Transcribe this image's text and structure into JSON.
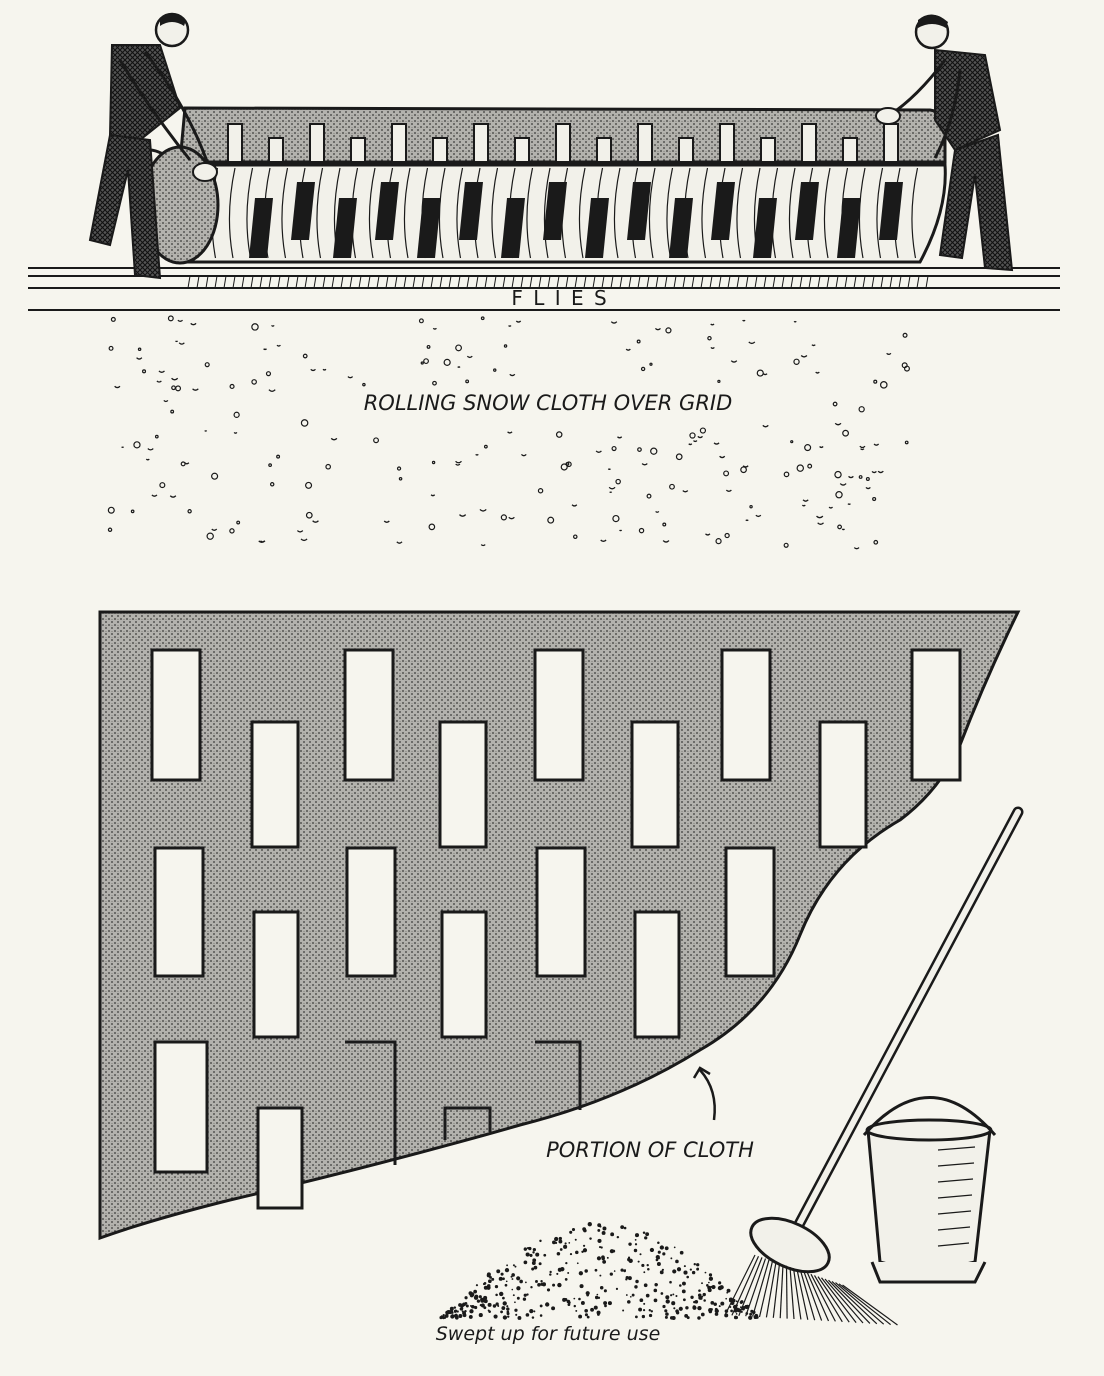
{
  "labels": {
    "flies": "F L I E S",
    "rolling": "ROLLING SNOW CLOTH OVER GRID",
    "portion": "PORTION OF CLOTH",
    "swept": "Swept up for future use"
  },
  "colors": {
    "paper": "#f6f5ee",
    "ink": "#1a1a1a",
    "cloth": "#9a9a96"
  },
  "icons": {
    "broom": "broom-icon",
    "bucket": "bucket-icon",
    "arrow": "curved-arrow-icon"
  }
}
